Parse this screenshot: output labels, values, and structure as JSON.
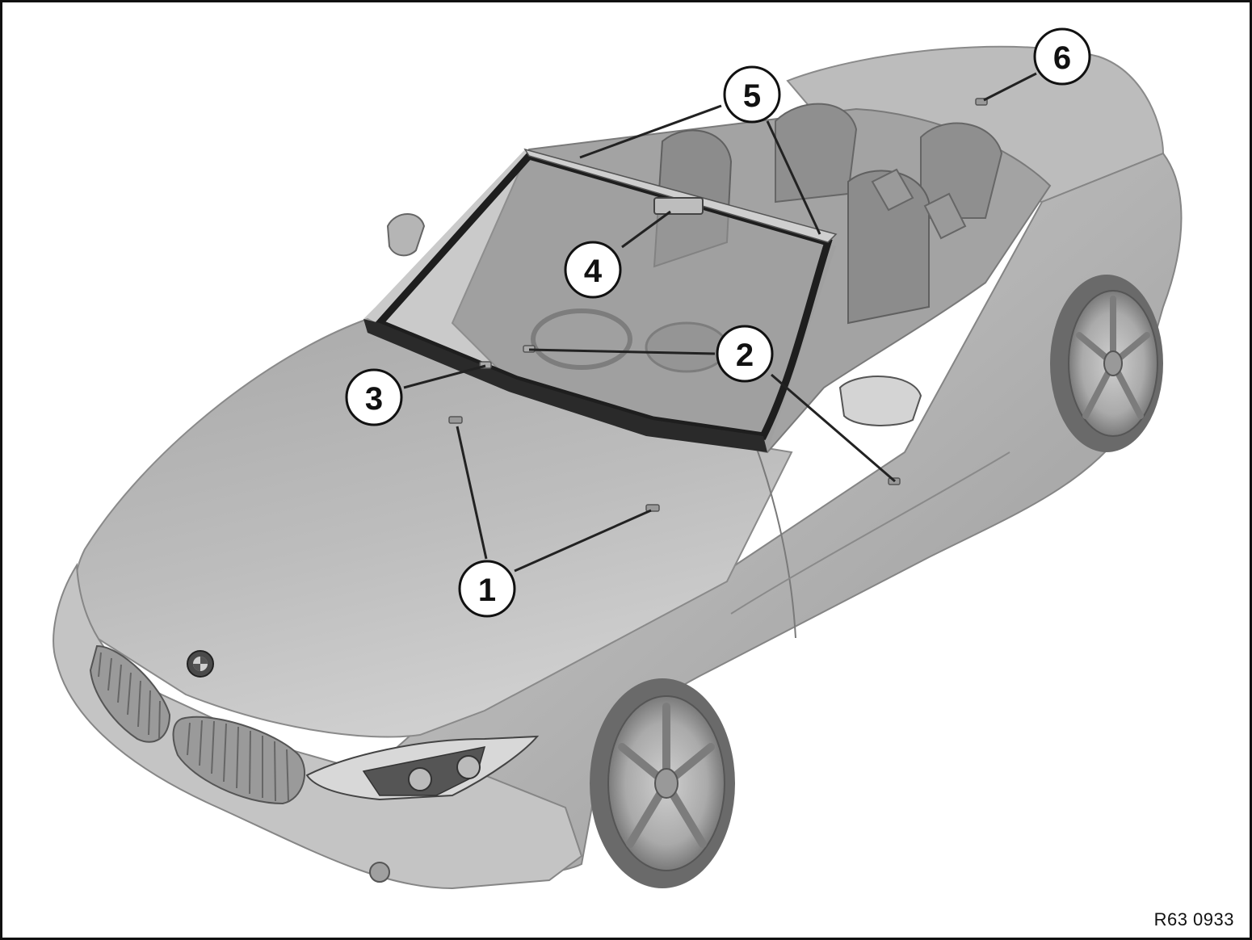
{
  "figure": {
    "subject": "convertible car",
    "figure_id": "R63 0933",
    "colors": {
      "body": "#b8b8b8",
      "body_light": "#d4d4d4",
      "body_dark": "#8e8e8e",
      "glass": "#a9a9a9",
      "windshield_frame": "#2a2a2a",
      "interior": "#9c9c9c",
      "callout_fill": "#ffffff",
      "callout_stroke": "#111111",
      "line": "#222222"
    }
  },
  "callouts": [
    {
      "id": "1",
      "label": "1"
    },
    {
      "id": "2",
      "label": "2"
    },
    {
      "id": "3",
      "label": "3"
    },
    {
      "id": "4",
      "label": "4"
    },
    {
      "id": "5",
      "label": "5"
    },
    {
      "id": "6",
      "label": "6"
    }
  ]
}
